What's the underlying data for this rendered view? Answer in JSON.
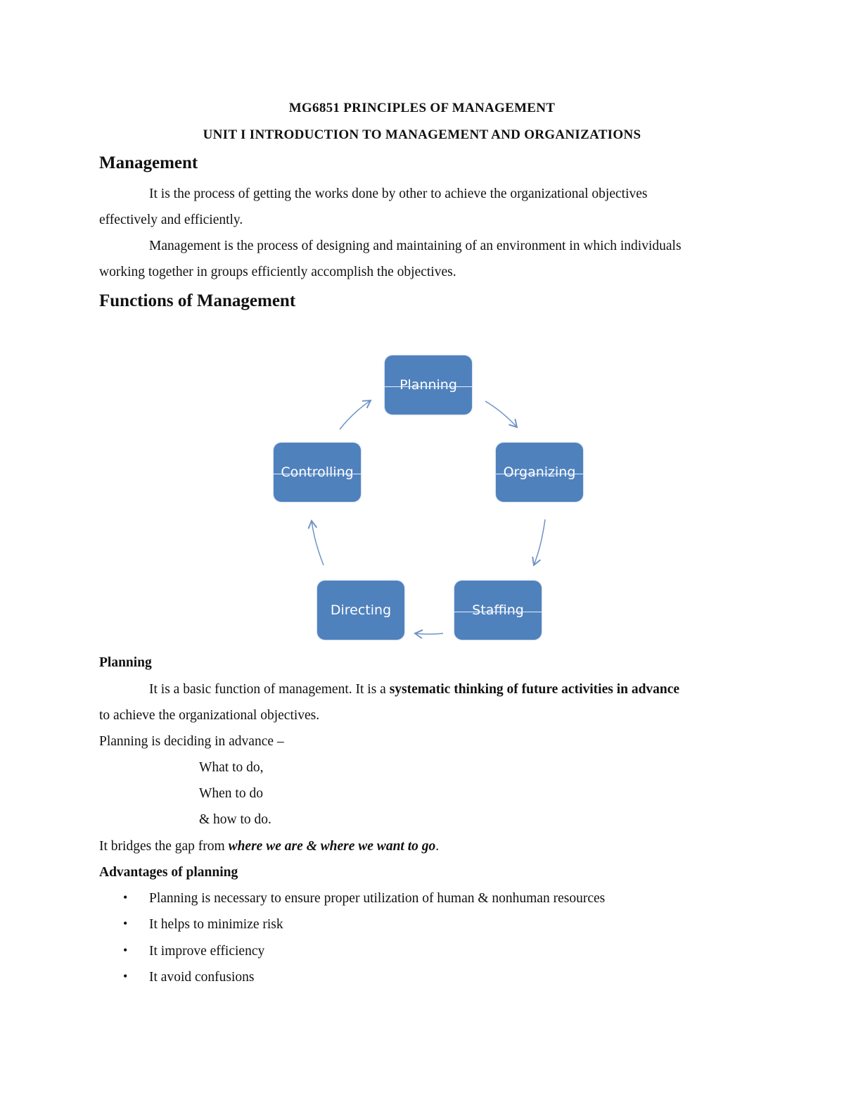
{
  "title": "MG6851 PRINCIPLES OF MANAGEMENT",
  "unit_title": "UNIT I INTRODUCTION TO MANAGEMENT AND ORGANIZATIONS",
  "management": {
    "heading": "Management",
    "p1_line1": "It is the process of getting the works done by other to achieve the organizational objectives",
    "p1_line2": "effectively and efficiently.",
    "p2_line1": "Management is the process of designing and maintaining of an environment in which individuals",
    "p2_line2": "working together in groups efficiently accomplish the objectives."
  },
  "functions": {
    "heading": "Functions of Management",
    "diagram": {
      "box_color": "#4f81bd",
      "nodes": [
        "Planning",
        "Organizing",
        "Staffing",
        "Directing",
        "Controlling"
      ]
    }
  },
  "planning": {
    "heading": "Planning",
    "p1_pre": "It is a basic function of management. It is a ",
    "p1_bold": "systematic thinking of future activities in advance",
    "p1_line2": "to achieve the organizational objectives.",
    "deciding": "Planning is deciding in advance –",
    "items": [
      "What to do,",
      "When to do",
      "& how to do."
    ],
    "bridge_pre": "It bridges the gap from ",
    "bridge_em": "where we are & where we want to go",
    "bridge_post": "."
  },
  "advantages": {
    "heading": "Advantages of planning",
    "bullets": [
      "Planning is necessary to ensure proper utilization of human & nonhuman resources",
      "It helps to minimize risk",
      "It improve efficiency",
      "It avoid confusions"
    ]
  }
}
